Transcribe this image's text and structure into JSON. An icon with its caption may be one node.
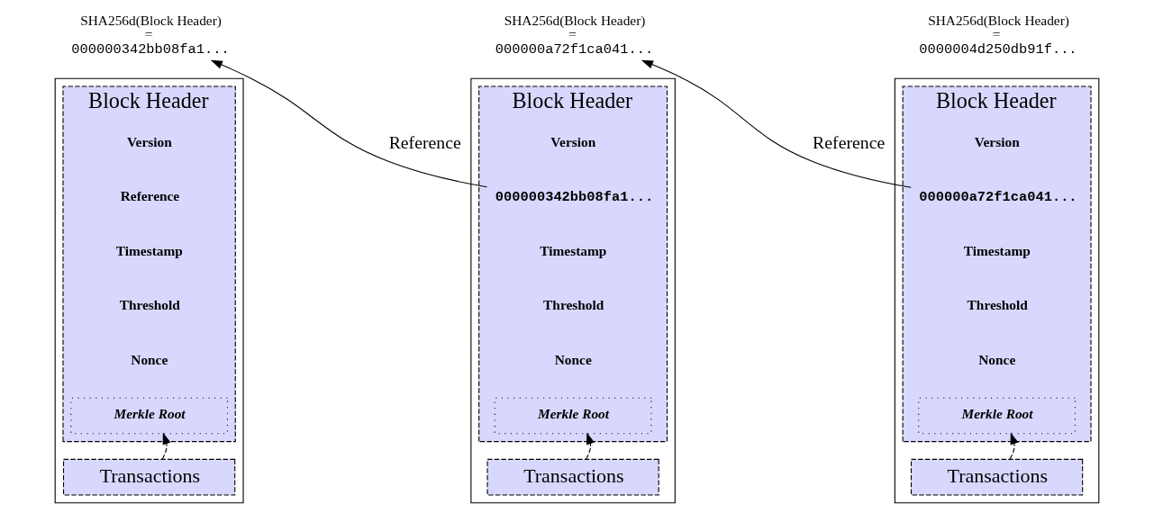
{
  "diagram": {
    "nodes": [
      {
        "text": [
          "SHA256d(Block Header)",
          "=",
          "000000342bb08fa1..."
        ]
      },
      {
        "text": [],
        "shape": "box"
      },
      {
        "text": [
          "Block Header"
        ],
        "in": 1
      },
      {
        "text": [
          "Version"
        ],
        "in": 2
      },
      {
        "text": [
          "Reference"
        ],
        "in": 2
      },
      {
        "text": [
          "Timestamp"
        ],
        "in": 2
      },
      {
        "text": [
          "Threshold"
        ],
        "in": 2
      },
      {
        "text": [
          "Nonce"
        ],
        "in": 2
      },
      {
        "text": [
          "Merkle Root"
        ],
        "in": 2
      },
      {
        "text": [
          "Transactions"
        ],
        "in": 1
      },
      {
        "text": [
          "SHA256d(Block Header)",
          "=",
          "000000a72f1ca041..."
        ]
      },
      {
        "text": [],
        "shape": "box"
      },
      {
        "text": [
          "Block Header"
        ],
        "in": 11
      },
      {
        "text": [
          "Version"
        ],
        "in": 12
      },
      {
        "text": [
          "000000342bb08fa1..."
        ],
        "in": 12
      },
      {
        "text": [
          "Timestamp"
        ],
        "in": 12
      },
      {
        "text": [
          "Threshold"
        ],
        "in": 12
      },
      {
        "text": [
          "Nonce"
        ],
        "in": 12
      },
      {
        "text": [
          "Merkle Root"
        ],
        "in": 12
      },
      {
        "text": [
          "Transactions"
        ],
        "in": 11
      },
      {
        "text": [
          "SHA256d(Block Header)",
          "=",
          "0000004d250db91f..."
        ]
      },
      {
        "text": [],
        "shape": "box"
      },
      {
        "text": [
          "Block Header"
        ],
        "in": 21
      },
      {
        "text": [
          "Version"
        ],
        "in": 22
      },
      {
        "text": [
          "000000a72f1ca041..."
        ],
        "in": 22
      },
      {
        "text": [
          "Timestamp"
        ],
        "in": 22
      },
      {
        "text": [
          "Threshold"
        ],
        "in": 22
      },
      {
        "text": [
          "Nonce"
        ],
        "in": 22
      },
      {
        "text": [
          "Merkle Root"
        ],
        "in": 22
      },
      {
        "text": [
          "Transactions"
        ],
        "in": 21
      }
    ],
    "edges": [
      {
        "from": 9,
        "to": 8,
        "arrow": "to",
        "style": "dashed"
      },
      {
        "from": 14,
        "to": 0,
        "arrow": "to",
        "label": "Reference"
      },
      {
        "from": 19,
        "to": 18,
        "arrow": "to",
        "style": "dashed"
      },
      {
        "from": 24,
        "to": 10,
        "arrow": "to",
        "label": "Reference"
      },
      {
        "from": 29,
        "to": 28,
        "arrow": "to",
        "style": "dashed"
      }
    ]
  }
}
